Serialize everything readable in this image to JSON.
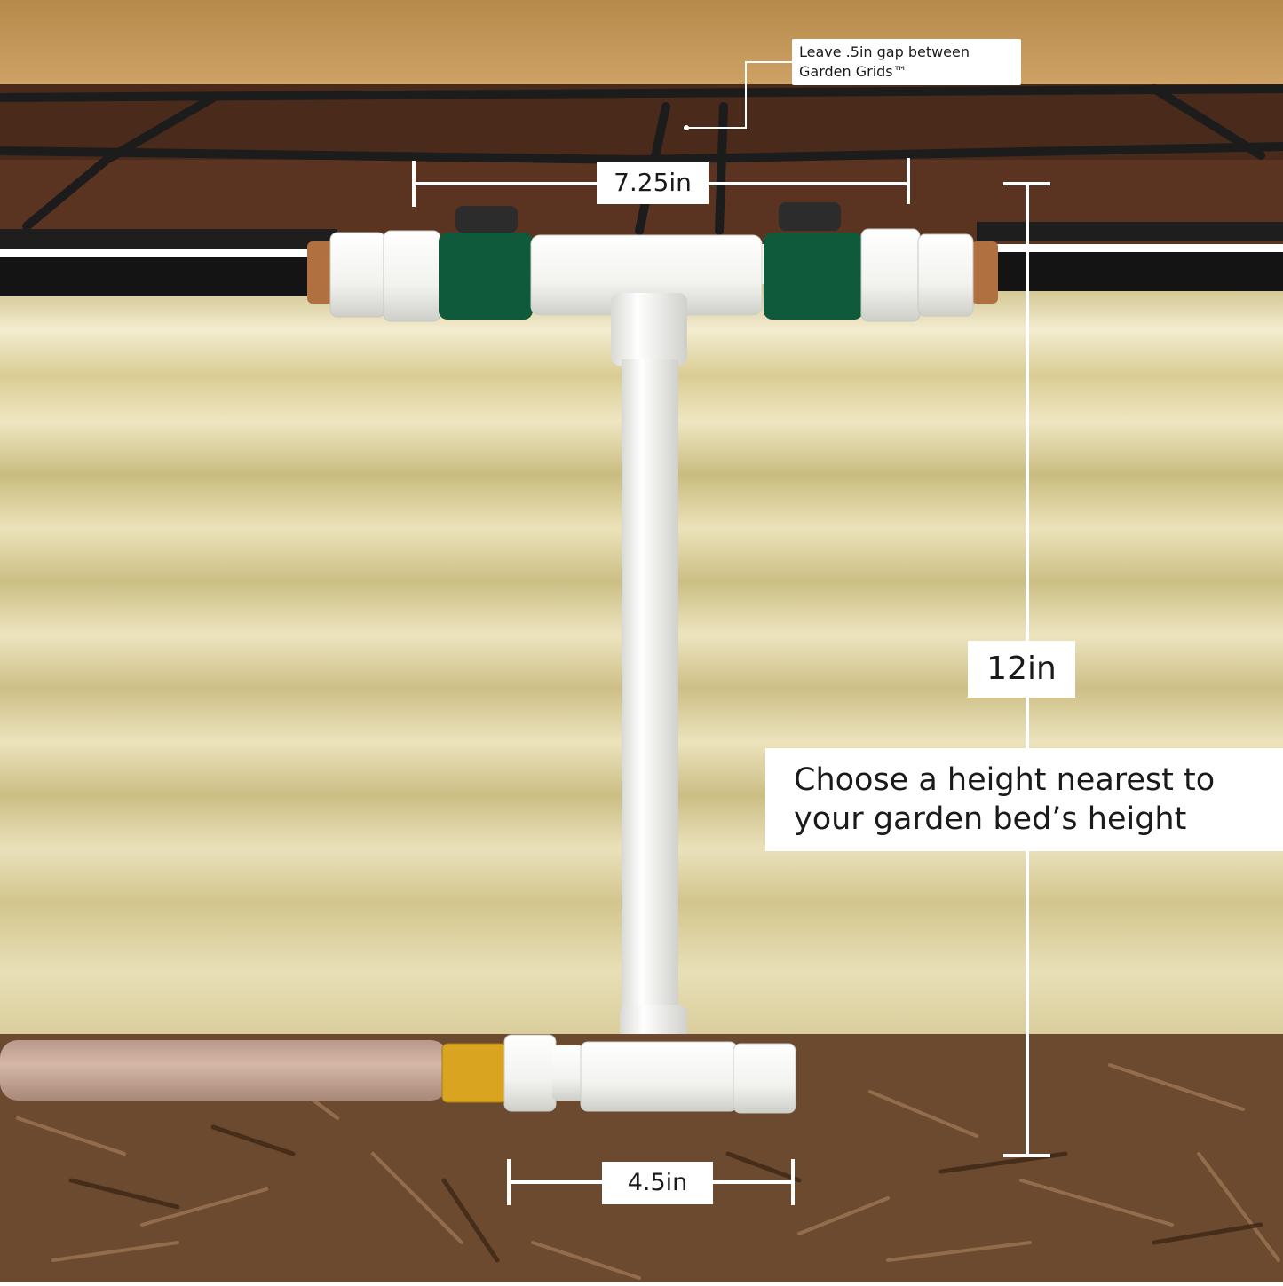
{
  "annotations": {
    "gap_note": "Leave .5in gap between\nGarden Grids™",
    "top_width": "7.25in",
    "height": "12in",
    "height_note": "Choose a height nearest to\nyour garden bed’s height",
    "bottom_width": "4.5in"
  },
  "colors": {
    "label_background": "#ffffff",
    "label_text": "#1a1a1a",
    "dimension_line": "#ffffff",
    "pipe_white": "#f4f4f2",
    "valve_green": "#0e5a3a",
    "drip_tube": "#1a1a1a",
    "soil": "#4a2a1a",
    "mulch": "#6b4a30",
    "bed_wall": "#e6dcae",
    "hose": "#c7a893",
    "brass": "#d9a521"
  }
}
